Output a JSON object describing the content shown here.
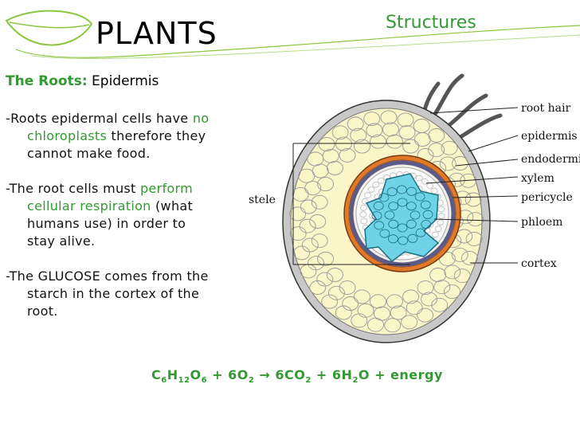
{
  "slide": {
    "title": "PLANTS",
    "section": "Structures",
    "heading_bold": "The Roots:",
    "heading_rest": " Epidermis"
  },
  "para1": {
    "a": "-Roots epidermal cells have ",
    "b": "no",
    "c": "chloroplasts",
    "d": " therefore they",
    "e": "cannot make food."
  },
  "para2": {
    "a": "-The root cells must ",
    "b": "perform",
    "c": "cellular respiration",
    "d": " (what",
    "e": "humans use) in order to",
    "f": "stay alive."
  },
  "para3": {
    "a": "-The GLUCOSE comes from the",
    "b": "starch in the cortex of the",
    "c": "root."
  },
  "equation": {
    "c": "C",
    "c_sub": "6",
    "h": "H",
    "h_sub": "12",
    "o": "O",
    "o_sub": "6",
    "plus1": " + 6O",
    "o2_sub": "2",
    "arrow": " → 6CO",
    "co2_sub": "2",
    "plus2": " + 6H",
    "h2_sub": "2",
    "rest": "O + energy"
  },
  "diagram": {
    "labels": {
      "root_hair": "root hair",
      "epidermis": "epidermis",
      "endodermis": "endodermis",
      "xylem": "xylem",
      "pericycle": "pericycle",
      "phloem": "phloem",
      "cortex": "cortex",
      "stele": "stele"
    }
  },
  "colors": {
    "accent": "#339933",
    "cortex": "#fbf6c8",
    "epidermis": "#c8c8c8",
    "endodermis": "#e07a2a",
    "pericycle": "#5b5b8a",
    "xylem": "#6fd3e8"
  }
}
